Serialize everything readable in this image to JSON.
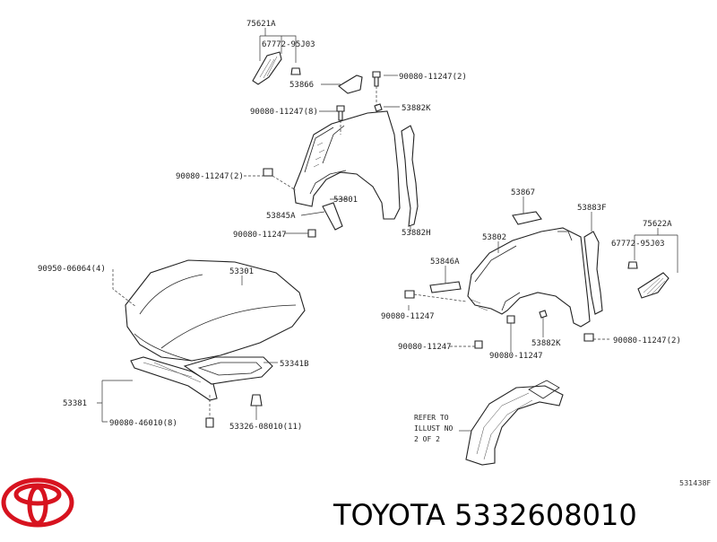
{
  "labels": {
    "p75621A": "75621A",
    "p6777295J03_l": "67772-95J03",
    "p53866": "53866",
    "p9008011247_2a": "90080-11247(2)",
    "p9008011247_8": "90080-11247(8)",
    "p53882K_top": "53882K",
    "p9008011247_2b": "90080-11247(2)",
    "p53801": "53801",
    "p53845A": "53845A",
    "p9008011247_a": "90080-11247",
    "p53882H": "53882H",
    "p53867": "53867",
    "p53883F": "53883F",
    "p75622A": "75622A",
    "p6777295J03_r": "67772-95J03",
    "p53802": "53802",
    "p53846A": "53846A",
    "p9008011247_b": "90080-11247",
    "p9008011247_c": "90080-11247",
    "p9008011247_d": "90080-11247",
    "p53882K_bot": "53882K",
    "p9008011247_2c": "90080-11247(2)",
    "p9095006064": "90950-06064(4)",
    "p53301": "53301",
    "p53341B": "53341B",
    "p53381": "53381",
    "p9008046010": "90080-46010(8)",
    "p5332608010": "53326-08010(11)"
  },
  "refer_note": [
    "REFER TO",
    "ILLUST NO",
    "2 OF 2"
  ],
  "diagram_code": "531438F",
  "brand_text": "TOYOTA 5332608010",
  "colors": {
    "logo": "#d7131f",
    "ink": "#222222"
  },
  "icons": {
    "logo": "toyota-logo-icon"
  }
}
